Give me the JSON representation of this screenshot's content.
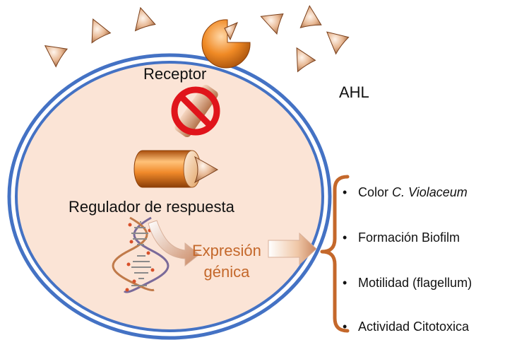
{
  "labels": {
    "receptor": "Receptor",
    "ahl": "AHL",
    "regulator": "Regulador de respuesta",
    "expression_line1": "Expresión",
    "expression_line2": "génica"
  },
  "effects": {
    "item1_prefix": "Color ",
    "item1_italic": "C. Violaceum",
    "item2": "Formación Biofilm",
    "item3": "Motilidad (flagellum)",
    "item4": "Actividad Citotoxica"
  },
  "colors": {
    "cell_fill": "#fbe4d6",
    "membrane": "#4472c4",
    "bracket": "#c4682b",
    "expression_text": "#c4682b",
    "molecule": "#d9a27a",
    "prohibition": "#e0141b"
  },
  "icons": {
    "signal_molecule": "ahl-molecule-icon",
    "receptor": "receptor-icon",
    "blocked": "prohibition-icon",
    "regulator": "regulator-cylinder-icon",
    "dna": "dna-helix-icon",
    "arrow": "arrow-icon",
    "bracket": "curly-brace-icon"
  }
}
